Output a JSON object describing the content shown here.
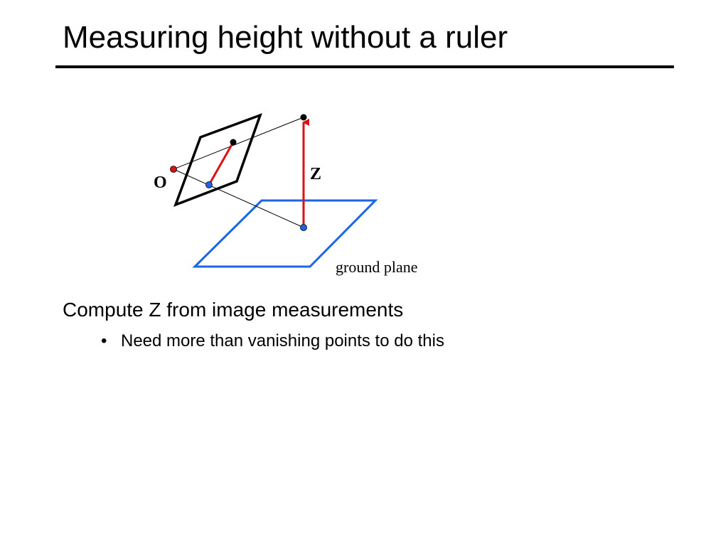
{
  "slide": {
    "title": "Measuring height without a ruler",
    "body_text": "Compute Z from image measurements",
    "bullets": [
      {
        "marker": "•",
        "text": "Need more than vanishing points to do this"
      }
    ]
  },
  "diagram": {
    "labels": {
      "camera_center": "O",
      "height": "Z",
      "ground_plane": "ground plane"
    },
    "colors": {
      "image_plane": "#000000",
      "ground_plane": "#1a66e6",
      "height_arrow": "#dd1111",
      "camera_point": "#dd1111",
      "base_point": "#1a66e6",
      "top_point": "#000000",
      "projection_rays": "#000000"
    }
  }
}
